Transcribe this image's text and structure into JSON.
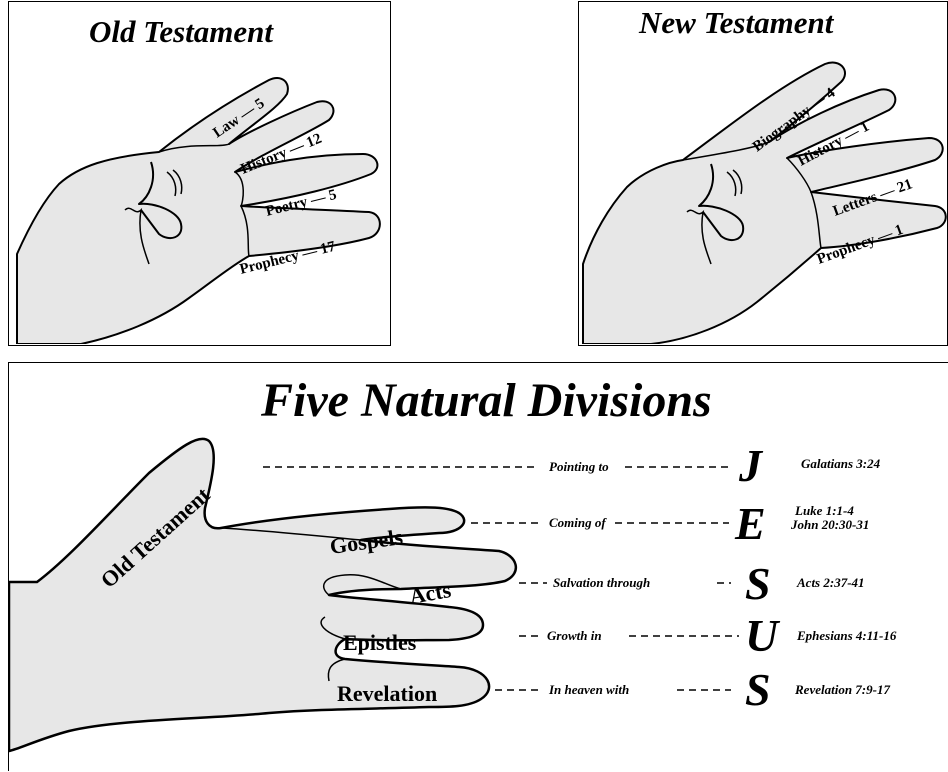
{
  "old_testament": {
    "title": "Old Testament",
    "fingers": [
      {
        "label": "Law — 5"
      },
      {
        "label": "History — 12"
      },
      {
        "label": "Poetry — 5"
      },
      {
        "label": "Prophecy — 17"
      }
    ]
  },
  "new_testament": {
    "title": "New Testament",
    "fingers": [
      {
        "label": "Biography — 4"
      },
      {
        "label": "History — 1"
      },
      {
        "label": "Letters — 21"
      },
      {
        "label": "Prophecy — 1"
      }
    ]
  },
  "five_divisions": {
    "title": "Five Natural Divisions",
    "rows": [
      {
        "division": "Old Testament",
        "phrase": "Pointing to",
        "letter": "J",
        "refs": [
          "Galatians 3:24"
        ]
      },
      {
        "division": "Gospels",
        "phrase": "Coming of",
        "letter": "E",
        "refs": [
          "Luke 1:1-4",
          "John 20:30-31"
        ]
      },
      {
        "division": "Acts",
        "phrase": "Salvation through",
        "letter": "S",
        "refs": [
          "Acts 2:37-41"
        ]
      },
      {
        "division": "Epistles",
        "phrase": "Growth in",
        "letter": "U",
        "refs": [
          "Ephesians 4:11-16"
        ]
      },
      {
        "division": "Revelation",
        "phrase": "In heaven with",
        "letter": "S",
        "refs": [
          "Revelation 7:9-17"
        ]
      }
    ]
  }
}
